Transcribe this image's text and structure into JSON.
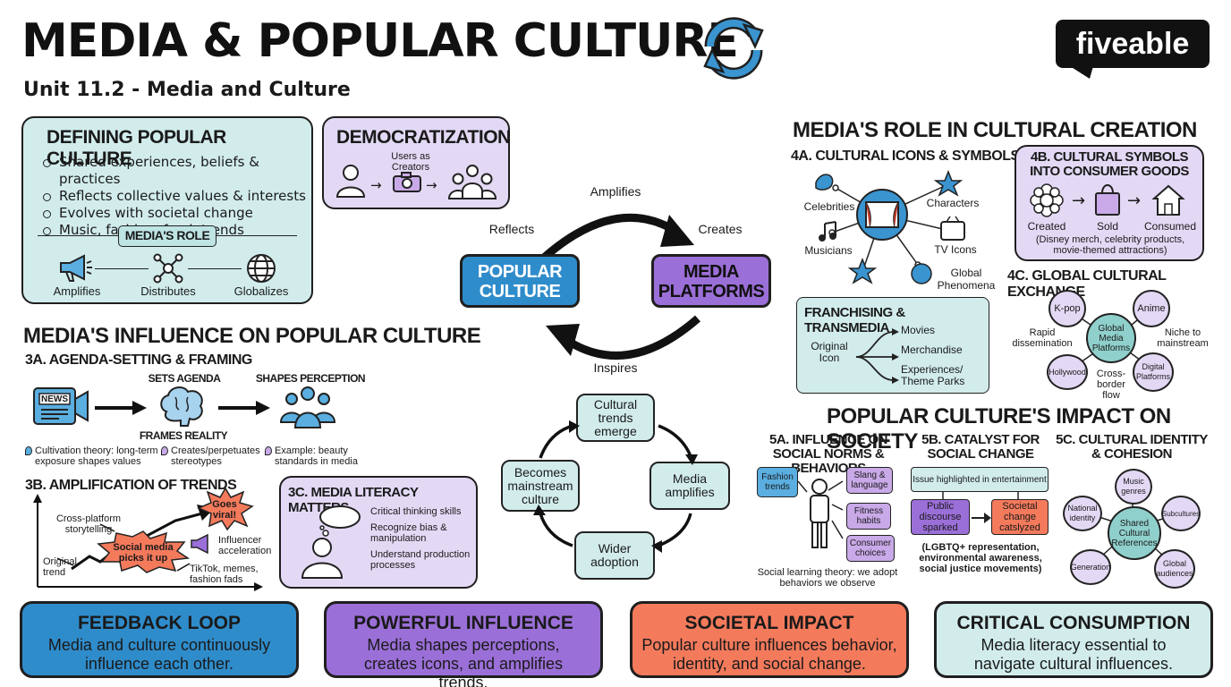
{
  "header": {
    "title": "MEDIA & POPULAR CULTURE",
    "subtitle": "Unit 11.2 - Media and Culture",
    "brand": "fiveable"
  },
  "defining": {
    "title": "DEFINING POPULAR CULTURE",
    "bullets": [
      "Shared experiences, beliefs & practices",
      "Reflects collective values & interests",
      "Evolves with societal change",
      "Music, fashion, food, trends"
    ],
    "role_label": "MEDIA'S ROLE",
    "roles": [
      "Amplifies",
      "Distributes",
      "Globalizes"
    ]
  },
  "democratization": {
    "title": "DEMOCRATIZATION",
    "caption": "Users as Creators"
  },
  "cycle": {
    "popular": "POPULAR CULTURE",
    "platforms": "MEDIA PLATFORMS",
    "amplifies": "Amplifies",
    "reflects": "Reflects",
    "creates": "Creates",
    "inspires": "Inspires"
  },
  "loop": {
    "n1": "Cultural trends emerge",
    "n2": "Media amplifies",
    "n3": "Wider adoption",
    "n4": "Becomes mainstream culture"
  },
  "influence": {
    "title": "MEDIA'S INFLUENCE ON POPULAR CULTURE",
    "a3_title": "3A. AGENDA-SETTING & FRAMING",
    "news": "NEWS",
    "sets_agenda": "SETS AGENDA",
    "frames_reality": "FRAMES REALITY",
    "shapes_perception": "SHAPES PERCEPTION",
    "note1": "Cultivation theory: long-term exposure shapes values",
    "note2": "Creates/perpetuates stereotypes",
    "note3": "Example: beauty standards in media",
    "b3_title": "3B. AMPLIFICATION OF TRENDS",
    "cross_platform": "Cross-platform storytelling",
    "goes_viral": "Goes viral!",
    "social_media": "Social media picks it up",
    "influencer": "Influencer acceleration",
    "original_trend": "Original trend",
    "tiktok": "TikTok, memes, fashion fads",
    "c3_title": "3C. MEDIA LITERACY MATTERS",
    "literacy": [
      "Critical thinking skills",
      "Recognize bias & manipulation",
      "Understand production processes"
    ]
  },
  "creation": {
    "title": "MEDIA'S ROLE IN CULTURAL CREATION",
    "a4_title": "4A. CULTURAL ICONS & SYMBOLS",
    "celebrities": "Celebrities",
    "characters": "Characters",
    "musicians": "Musicians",
    "tv_icons": "TV Icons",
    "global_phenomena": "Global Phenomena",
    "b4_title": "4B. CULTURAL SYMBOLS INTO CONSUMER GOODS",
    "created": "Created",
    "sold": "Sold",
    "consumed": "Consumed",
    "b4_note": "(Disney merch, celebrity products, movie-themed attractions)",
    "fr_title": "FRANCHISING & TRANSMEDIA",
    "original_icon": "Original Icon",
    "movies": "Movies",
    "merch": "Merchandise",
    "experiences": "Experiences/ Theme Parks",
    "c4_title": "4C. GLOBAL CULTURAL EXCHANGE",
    "kpop": "K-pop",
    "anime": "Anime",
    "hollywood": "Hollywood",
    "digital": "Digital Platforms",
    "hub": "Global Media Platforms",
    "rapid": "Rapid dissemination",
    "niche": "Niche to mainstream",
    "cross_border": "Cross- border flow"
  },
  "impact": {
    "title": "POPULAR CULTURE'S IMPACT ON SOCIETY",
    "a5_title": "5A. INFLUENCE ON SOCIAL NORMS & BEHAVIORS",
    "fashion": "Fashion trends",
    "slang": "Slang & language",
    "fitness": "Fitness habits",
    "consumer": "Consumer choices",
    "a5_note": "Social learning theory: we adopt behaviors we observe",
    "b5_title": "5B. CATALYST FOR SOCIAL CHANGE",
    "issue": "Issue highlighted in entertainment",
    "discourse": "Public discourse sparked",
    "societal": "Societal change catslyzed",
    "b5_note": "(LGBTQ+ representation, environmental awareness, social justice movements)",
    "c5_title": "5C. CULTURAL IDENTITY & COHESION",
    "music": "Music genres",
    "national": "National identity",
    "subcultures": "Subcultures",
    "generation": "Generation",
    "global_aud": "Global audiences",
    "shared": "Shared Cultural References"
  },
  "bottom": [
    {
      "title": "FEEDBACK LOOP",
      "text": "Media and culture continuously influence each other."
    },
    {
      "title": "POWERFUL INFLUENCE",
      "text": "Media shapes perceptions, creates icons, and amplifies trends."
    },
    {
      "title": "SOCIETAL IMPACT",
      "text": "Popular culture influences behavior, identity, and social change."
    },
    {
      "title": "CRITICAL CONSUMPTION",
      "text": "Media literacy essential to navigate cultural influences."
    }
  ],
  "colors": {
    "blue": "#2f8ccb",
    "purple": "#9b6fd8",
    "coral": "#f47a5c",
    "teal": "#d2ecec",
    "lavender": "#e3d9f5"
  }
}
